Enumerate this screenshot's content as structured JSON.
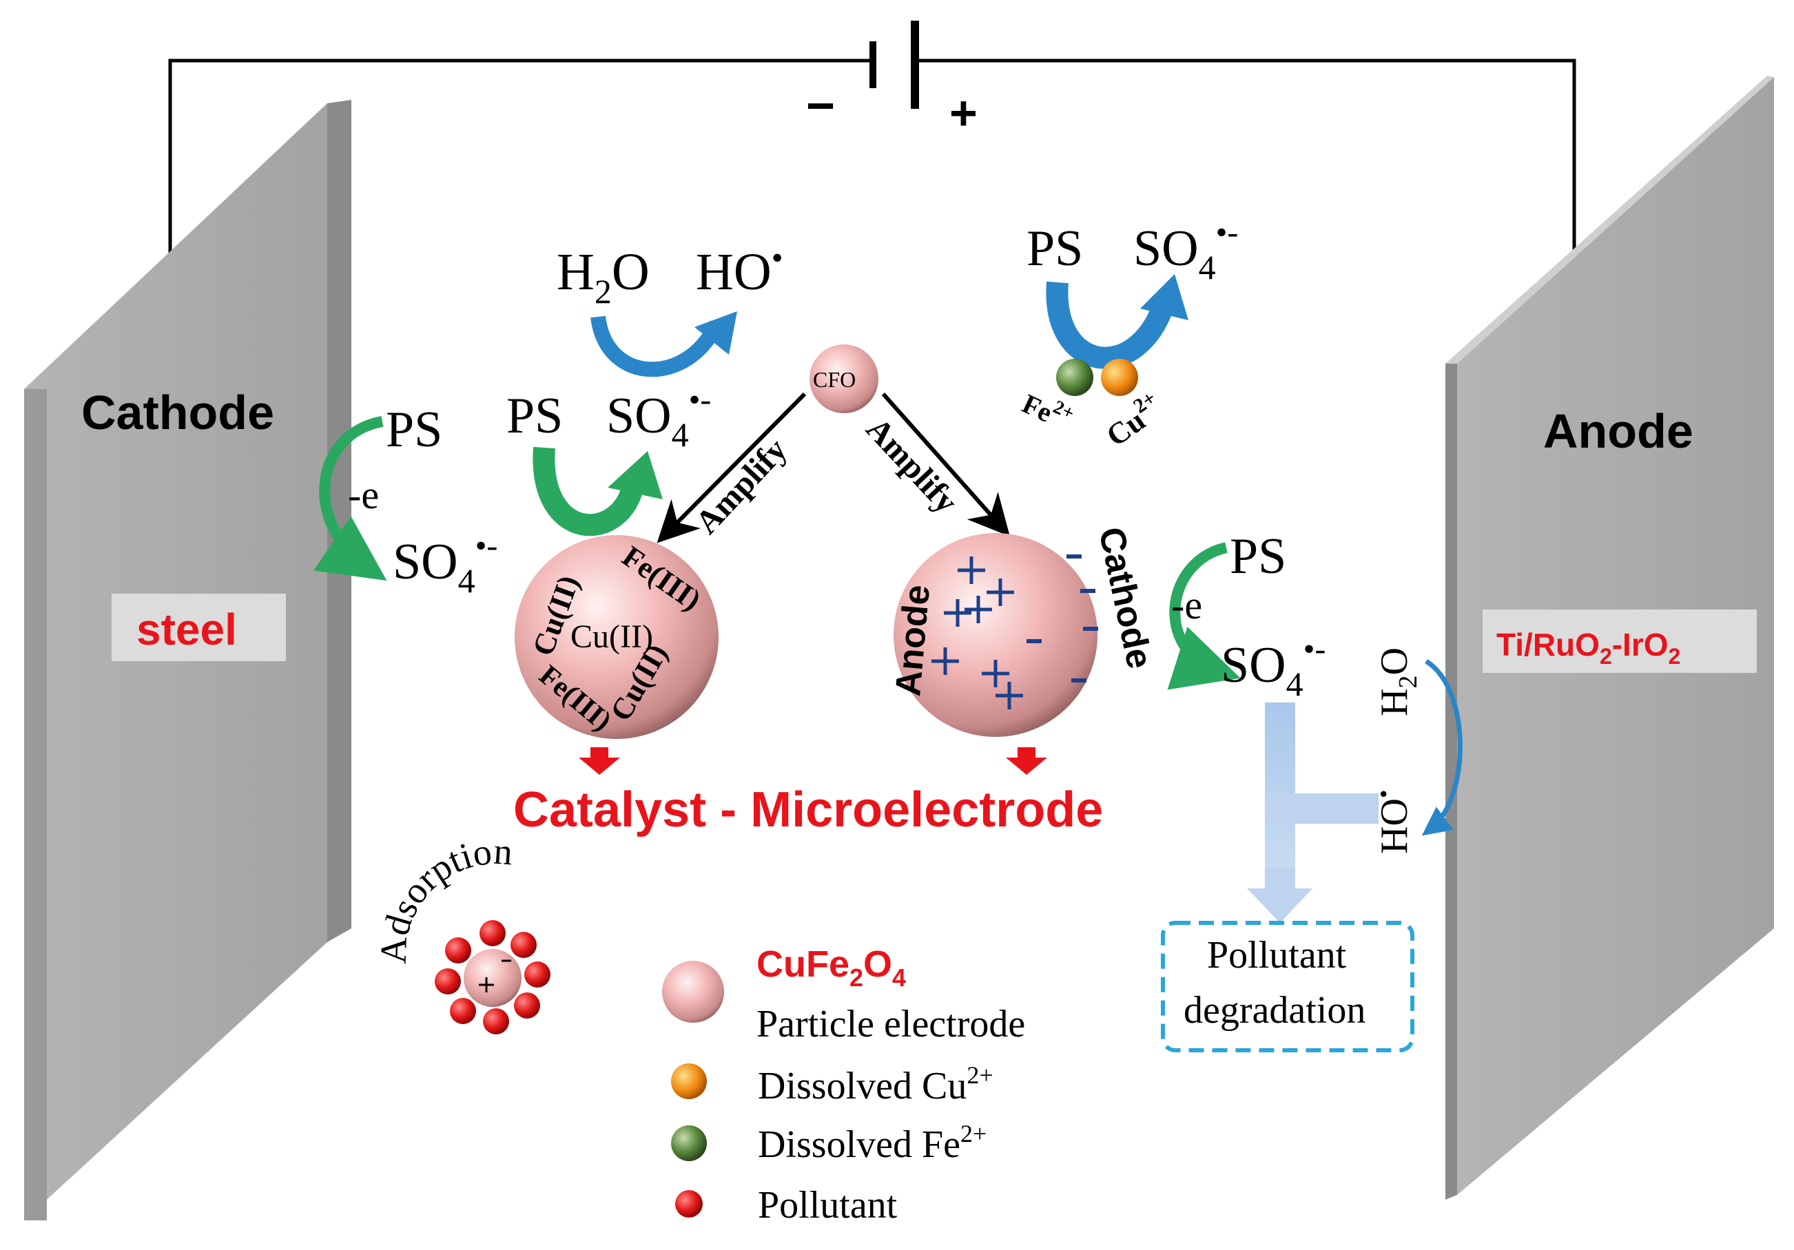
{
  "battery": {
    "minus": "−",
    "plus": "+"
  },
  "cathode": {
    "title": "Cathode",
    "material": "steel"
  },
  "anode": {
    "title": "Anode",
    "material_main": "Ti/RuO",
    "material_sub1": "2",
    "material_mid": "-IrO",
    "material_sub2": "2"
  },
  "reactions": {
    "h2o": {
      "main": "H",
      "sub": "2",
      "rest": "O"
    },
    "ho": {
      "main": "HO",
      "sup": "•"
    },
    "ps": "PS",
    "so4": {
      "main": "SO",
      "sub": "4",
      "sup": "•-"
    },
    "minus_e": "-e"
  },
  "center": {
    "cfo": "CFO",
    "amplify_left": "Amplify",
    "amplify_right": "Amplify"
  },
  "ions": {
    "fe": {
      "main": "Fe",
      "sup": "2+"
    },
    "cu": {
      "main": "Cu",
      "sup": "2+"
    }
  },
  "catalyst_particle": {
    "labels": [
      "Cu(II)",
      "Fe(III)",
      "Cu(II)",
      "Fe(III)",
      "Cu(II)"
    ]
  },
  "micro_particle": {
    "left": "Anode",
    "right": "Cathode"
  },
  "main_label": "Catalyst - Microelectrode",
  "adsorption": "Adsorption",
  "pollutant_box": {
    "line1": "Pollutant",
    "line2": "degradation"
  },
  "legend": {
    "title": {
      "main": "CuFe",
      "sub1": "2",
      "mid": "O",
      "sub2": "4"
    },
    "items": [
      {
        "label": "Particle electrode",
        "icon": "particle-electrode-icon",
        "color": "#e8a7a7"
      },
      {
        "label": "Dissolved Cu",
        "sup": "2+",
        "icon": "cu-ion-icon",
        "color": "#f2901c"
      },
      {
        "label": "Dissolved Fe",
        "sup": "2+",
        "icon": "fe-ion-icon",
        "color": "#4f7a3a"
      },
      {
        "label": "Pollutant",
        "icon": "pollutant-icon",
        "color": "#e31b1b"
      }
    ]
  },
  "colors": {
    "electrode": "#a7a7a7",
    "red_text": "#e8141c",
    "blue_arrow": "#2a86c9",
    "green_arrow": "#2aa860",
    "box_border": "#2aa6d9"
  }
}
